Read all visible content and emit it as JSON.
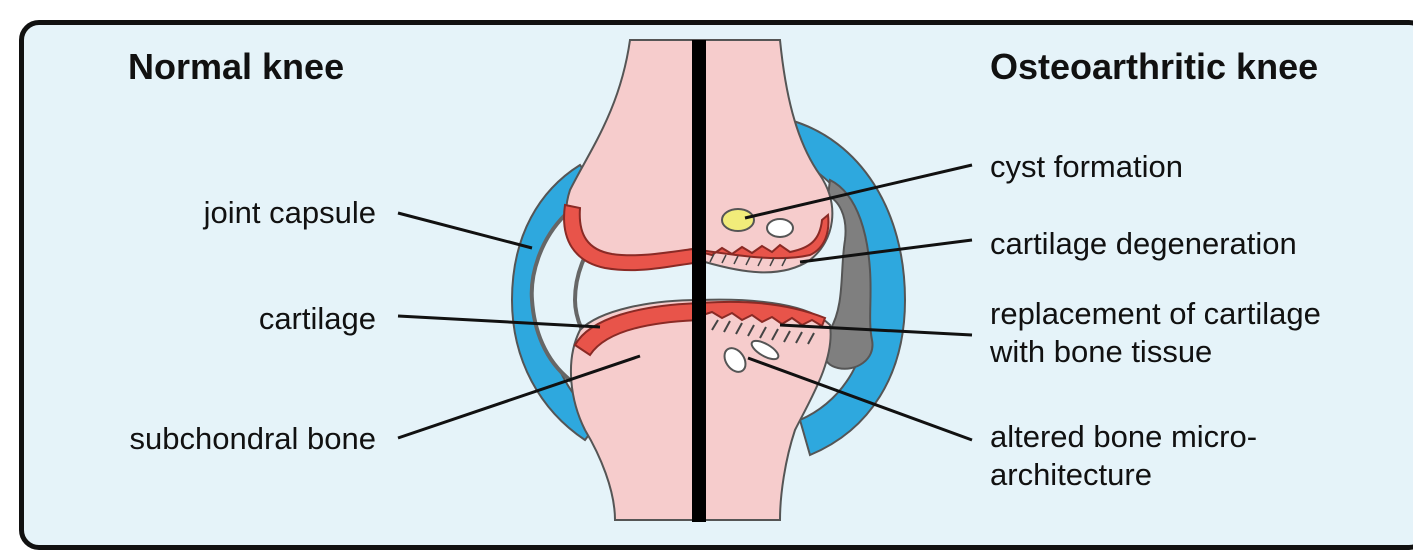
{
  "headings": {
    "normal": "Normal knee",
    "osteoarthritic": "Osteoarthritic knee"
  },
  "labels_left": {
    "joint_capsule": "joint capsule",
    "cartilage": "cartilage",
    "subchondral_bone": "subchondral bone"
  },
  "labels_right": {
    "cyst_formation": "cyst formation",
    "cartilage_degeneration": "cartilage degeneration",
    "replacement_line1": "replacement of cartilage",
    "replacement_line2": "with bone tissue",
    "altered_line1": "altered bone micro-",
    "altered_line2": "architecture"
  },
  "colors": {
    "background": "#e5f3f9",
    "bone": "#f6cccc",
    "cartilage": "#e8544a",
    "capsule": "#2ea8de",
    "degenerated_capsule": "#808080",
    "cyst": "#f1ec7a",
    "divider": "#000000"
  }
}
